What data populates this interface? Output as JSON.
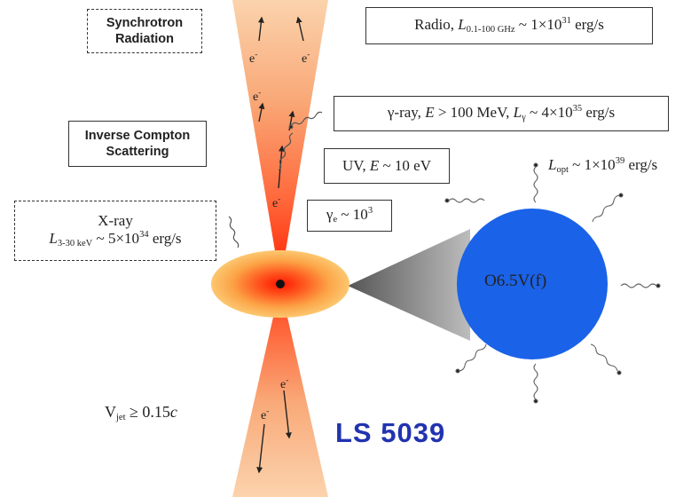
{
  "boxes": {
    "synchrotron": {
      "line1": "Synchrotron",
      "line2": "Radiation"
    },
    "inverse_compton": {
      "line1": "Inverse Compton",
      "line2": "Scattering"
    },
    "radio": {
      "label": "Radio, ",
      "L": "L",
      "sub": "0.1-100 GHz",
      "mid": " ~ 1×10",
      "exp": "31",
      "unit": " erg/s"
    },
    "gamma": {
      "label": "γ-ray, ",
      "E": "E",
      "cond": " > 100 MeV, ",
      "L": "L",
      "sub": "γ",
      "mid": " ~ 4×10",
      "exp": "35",
      "unit": " erg/s"
    },
    "uv": {
      "label": "UV, ",
      "E": "E",
      "cond": " ~ 10 eV"
    },
    "gamma_e": {
      "sym": "γ",
      "sub": "e",
      "mid": " ~ 10",
      "exp": "3"
    },
    "xray": {
      "label": "X-ray",
      "L": "L",
      "sub": "3-30 keV",
      "mid": " ~ 5×10",
      "exp": "34",
      "unit": " erg/s"
    }
  },
  "optical": {
    "L": "L",
    "sub": "opt",
    "mid": " ~ 1×10",
    "exp": "39",
    "unit": " erg/s"
  },
  "star": {
    "label": "O6.5V(f)",
    "color": "#1a62e8"
  },
  "electron": {
    "symbol": "e",
    "charge": "-"
  },
  "vjet": {
    "V": "V",
    "sub": "jet",
    "mid": " ≥ 0.15",
    "c": "c"
  },
  "title": "LS 5039",
  "colors": {
    "jet_outer": "#f7c99a",
    "jet_inner": "#ff2200",
    "disk_outer": "#fbc46a",
    "disk_core": "#ff2200",
    "title": "#2233b0"
  }
}
